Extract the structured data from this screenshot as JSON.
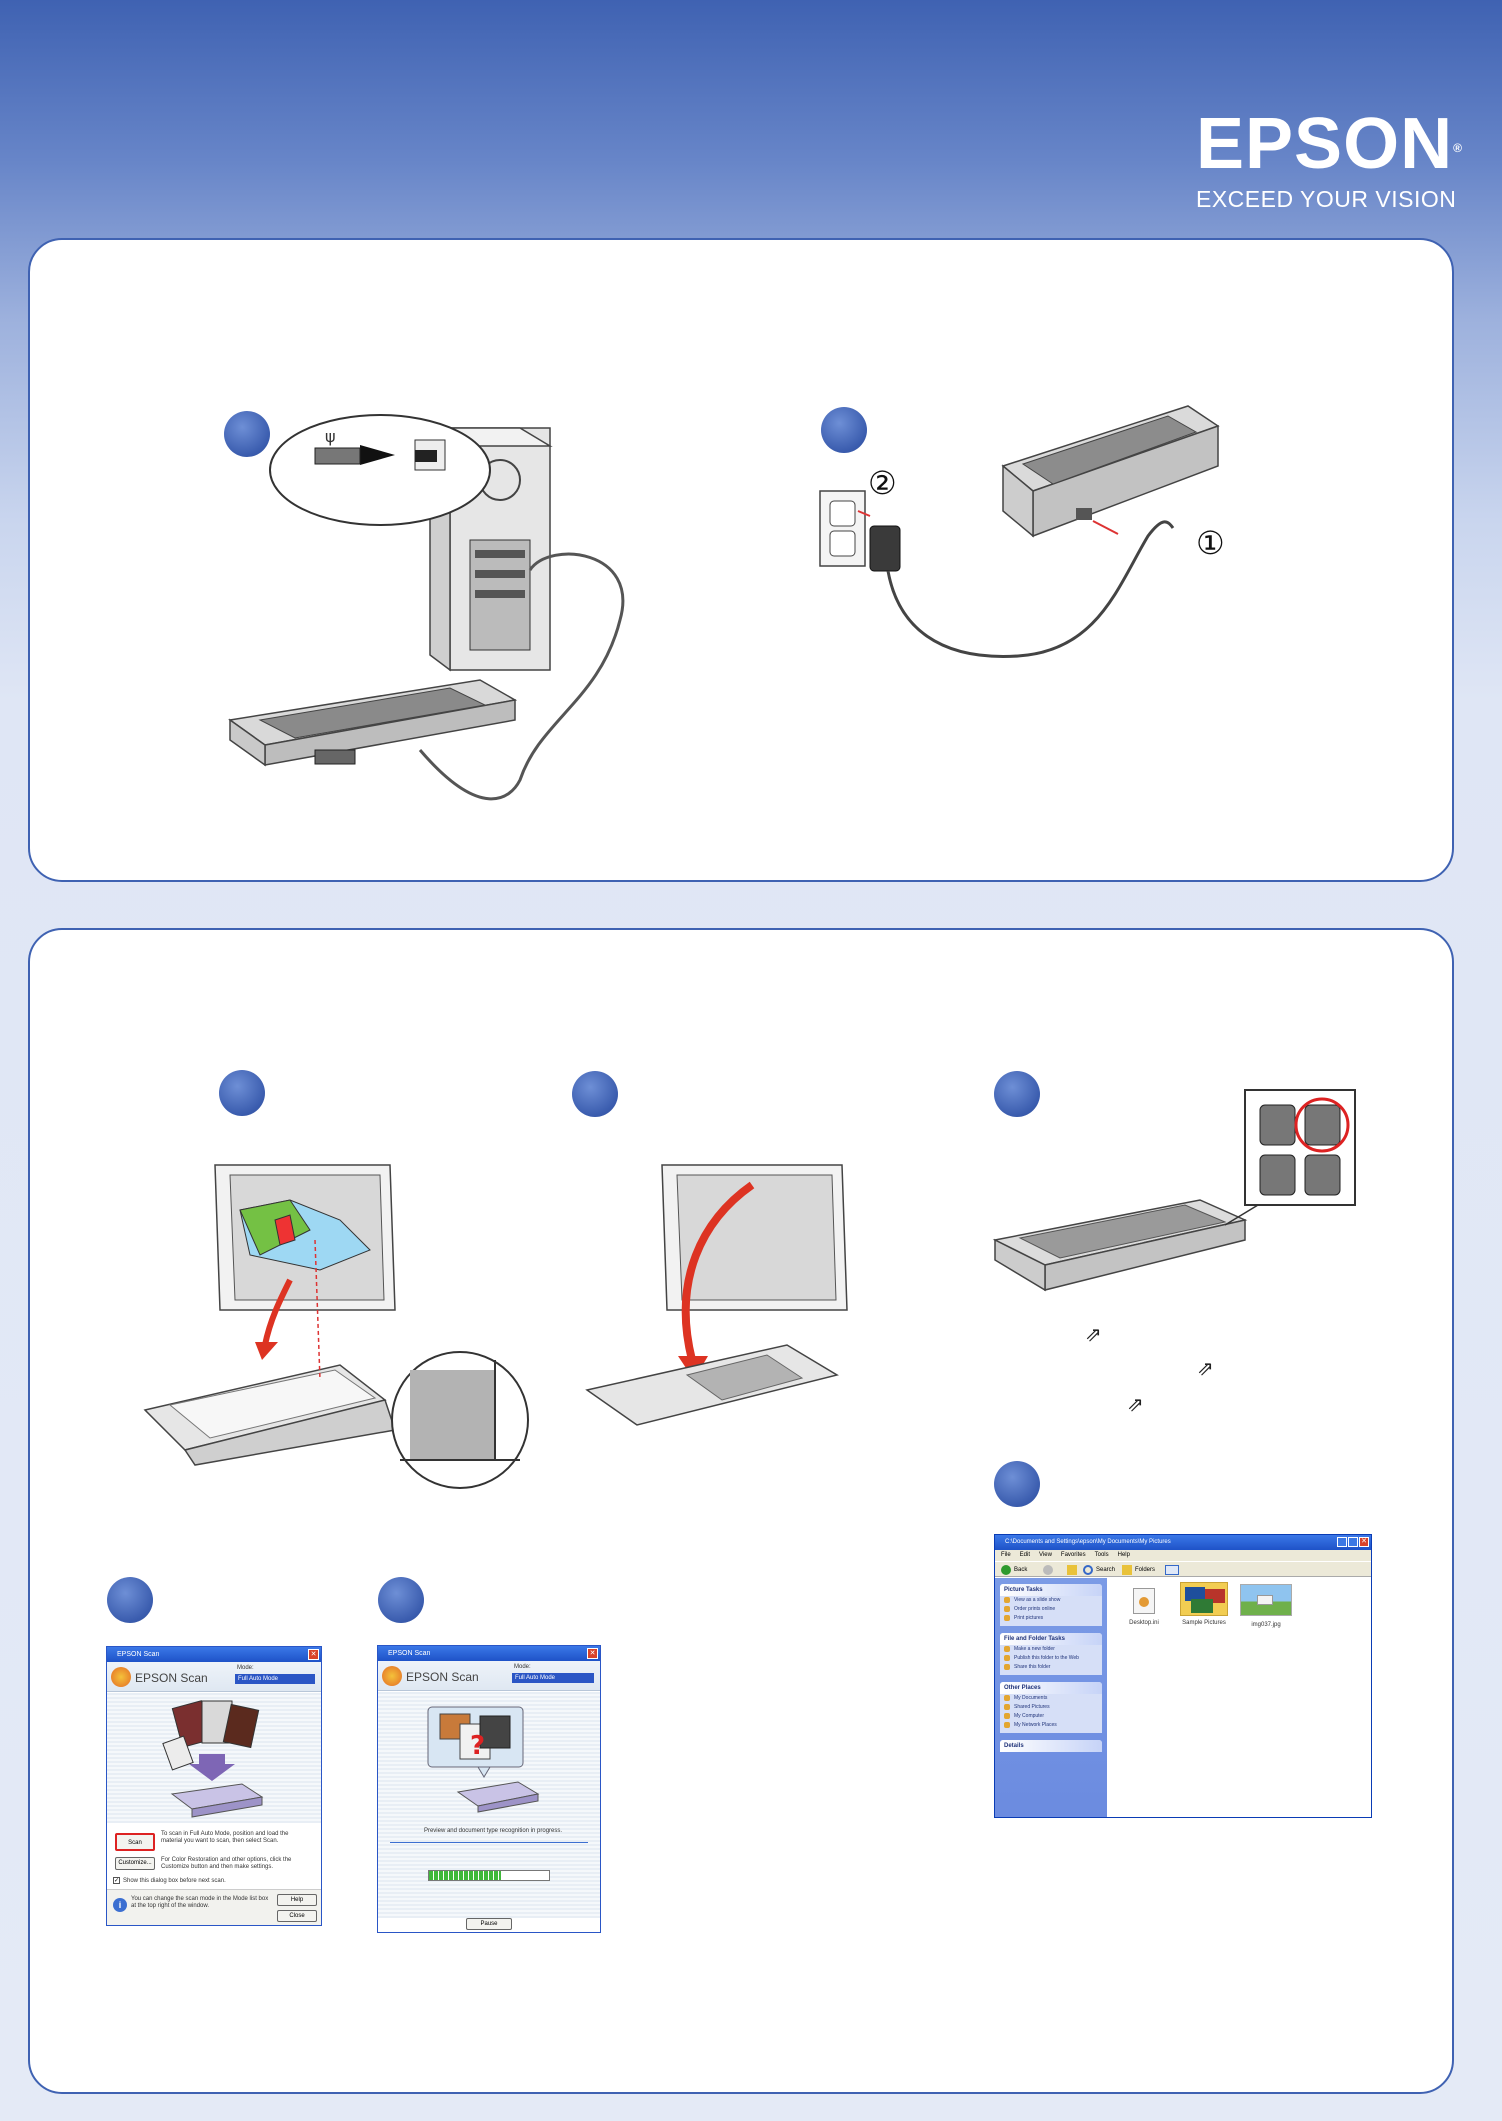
{
  "brand": {
    "name": "EPSON",
    "registered": "®",
    "tagline": "EXCEED YOUR VISION"
  },
  "step1": {
    "callouts": [
      "②",
      "①"
    ]
  },
  "scan_window": {
    "title": "EPSON Scan",
    "app_name": "EPSON Scan",
    "mode_label": "Mode:",
    "mode_value": "Full Auto Mode",
    "scan_button": "Scan",
    "customize_button": "Customize...",
    "instructions_1": "To scan in Full Auto Mode, position and load the material you want to scan, then select Scan.",
    "instructions_2": "For Color Restoration and other options, click the Customize button and then make settings.",
    "checkbox_label": "Show this dialog box before next scan.",
    "info_text": "You can change the scan mode in the Mode list box at the top right of the window.",
    "help_button": "Help",
    "close_button": "Close"
  },
  "progress_window": {
    "title": "EPSON Scan",
    "app_name": "EPSON Scan",
    "mode_label": "Mode:",
    "mode_value": "Full Auto Mode",
    "status": "Preview and document type recognition in progress.",
    "progress": 0.6,
    "pause_button": "Pause"
  },
  "explorer": {
    "title": "C:\\Documents and Settings\\epson\\My Documents\\My Pictures",
    "menu": [
      "File",
      "Edit",
      "View",
      "Favorites",
      "Tools",
      "Help"
    ],
    "toolbar": {
      "back": "Back",
      "search": "Search",
      "folders": "Folders"
    },
    "tasks": [
      {
        "header": "Picture Tasks",
        "items": [
          "View as a slide show",
          "Order prints online",
          "Print pictures"
        ]
      },
      {
        "header": "File and Folder Tasks",
        "items": [
          "Make a new folder",
          "Publish this folder to the Web",
          "Share this folder"
        ]
      },
      {
        "header": "Other Places",
        "items": [
          "My Documents",
          "Shared Pictures",
          "My Computer",
          "My Network Places"
        ]
      },
      {
        "header": "Details",
        "items": []
      }
    ],
    "files": [
      "Desktop.ini",
      "Sample Pictures",
      "img037.jpg"
    ]
  }
}
